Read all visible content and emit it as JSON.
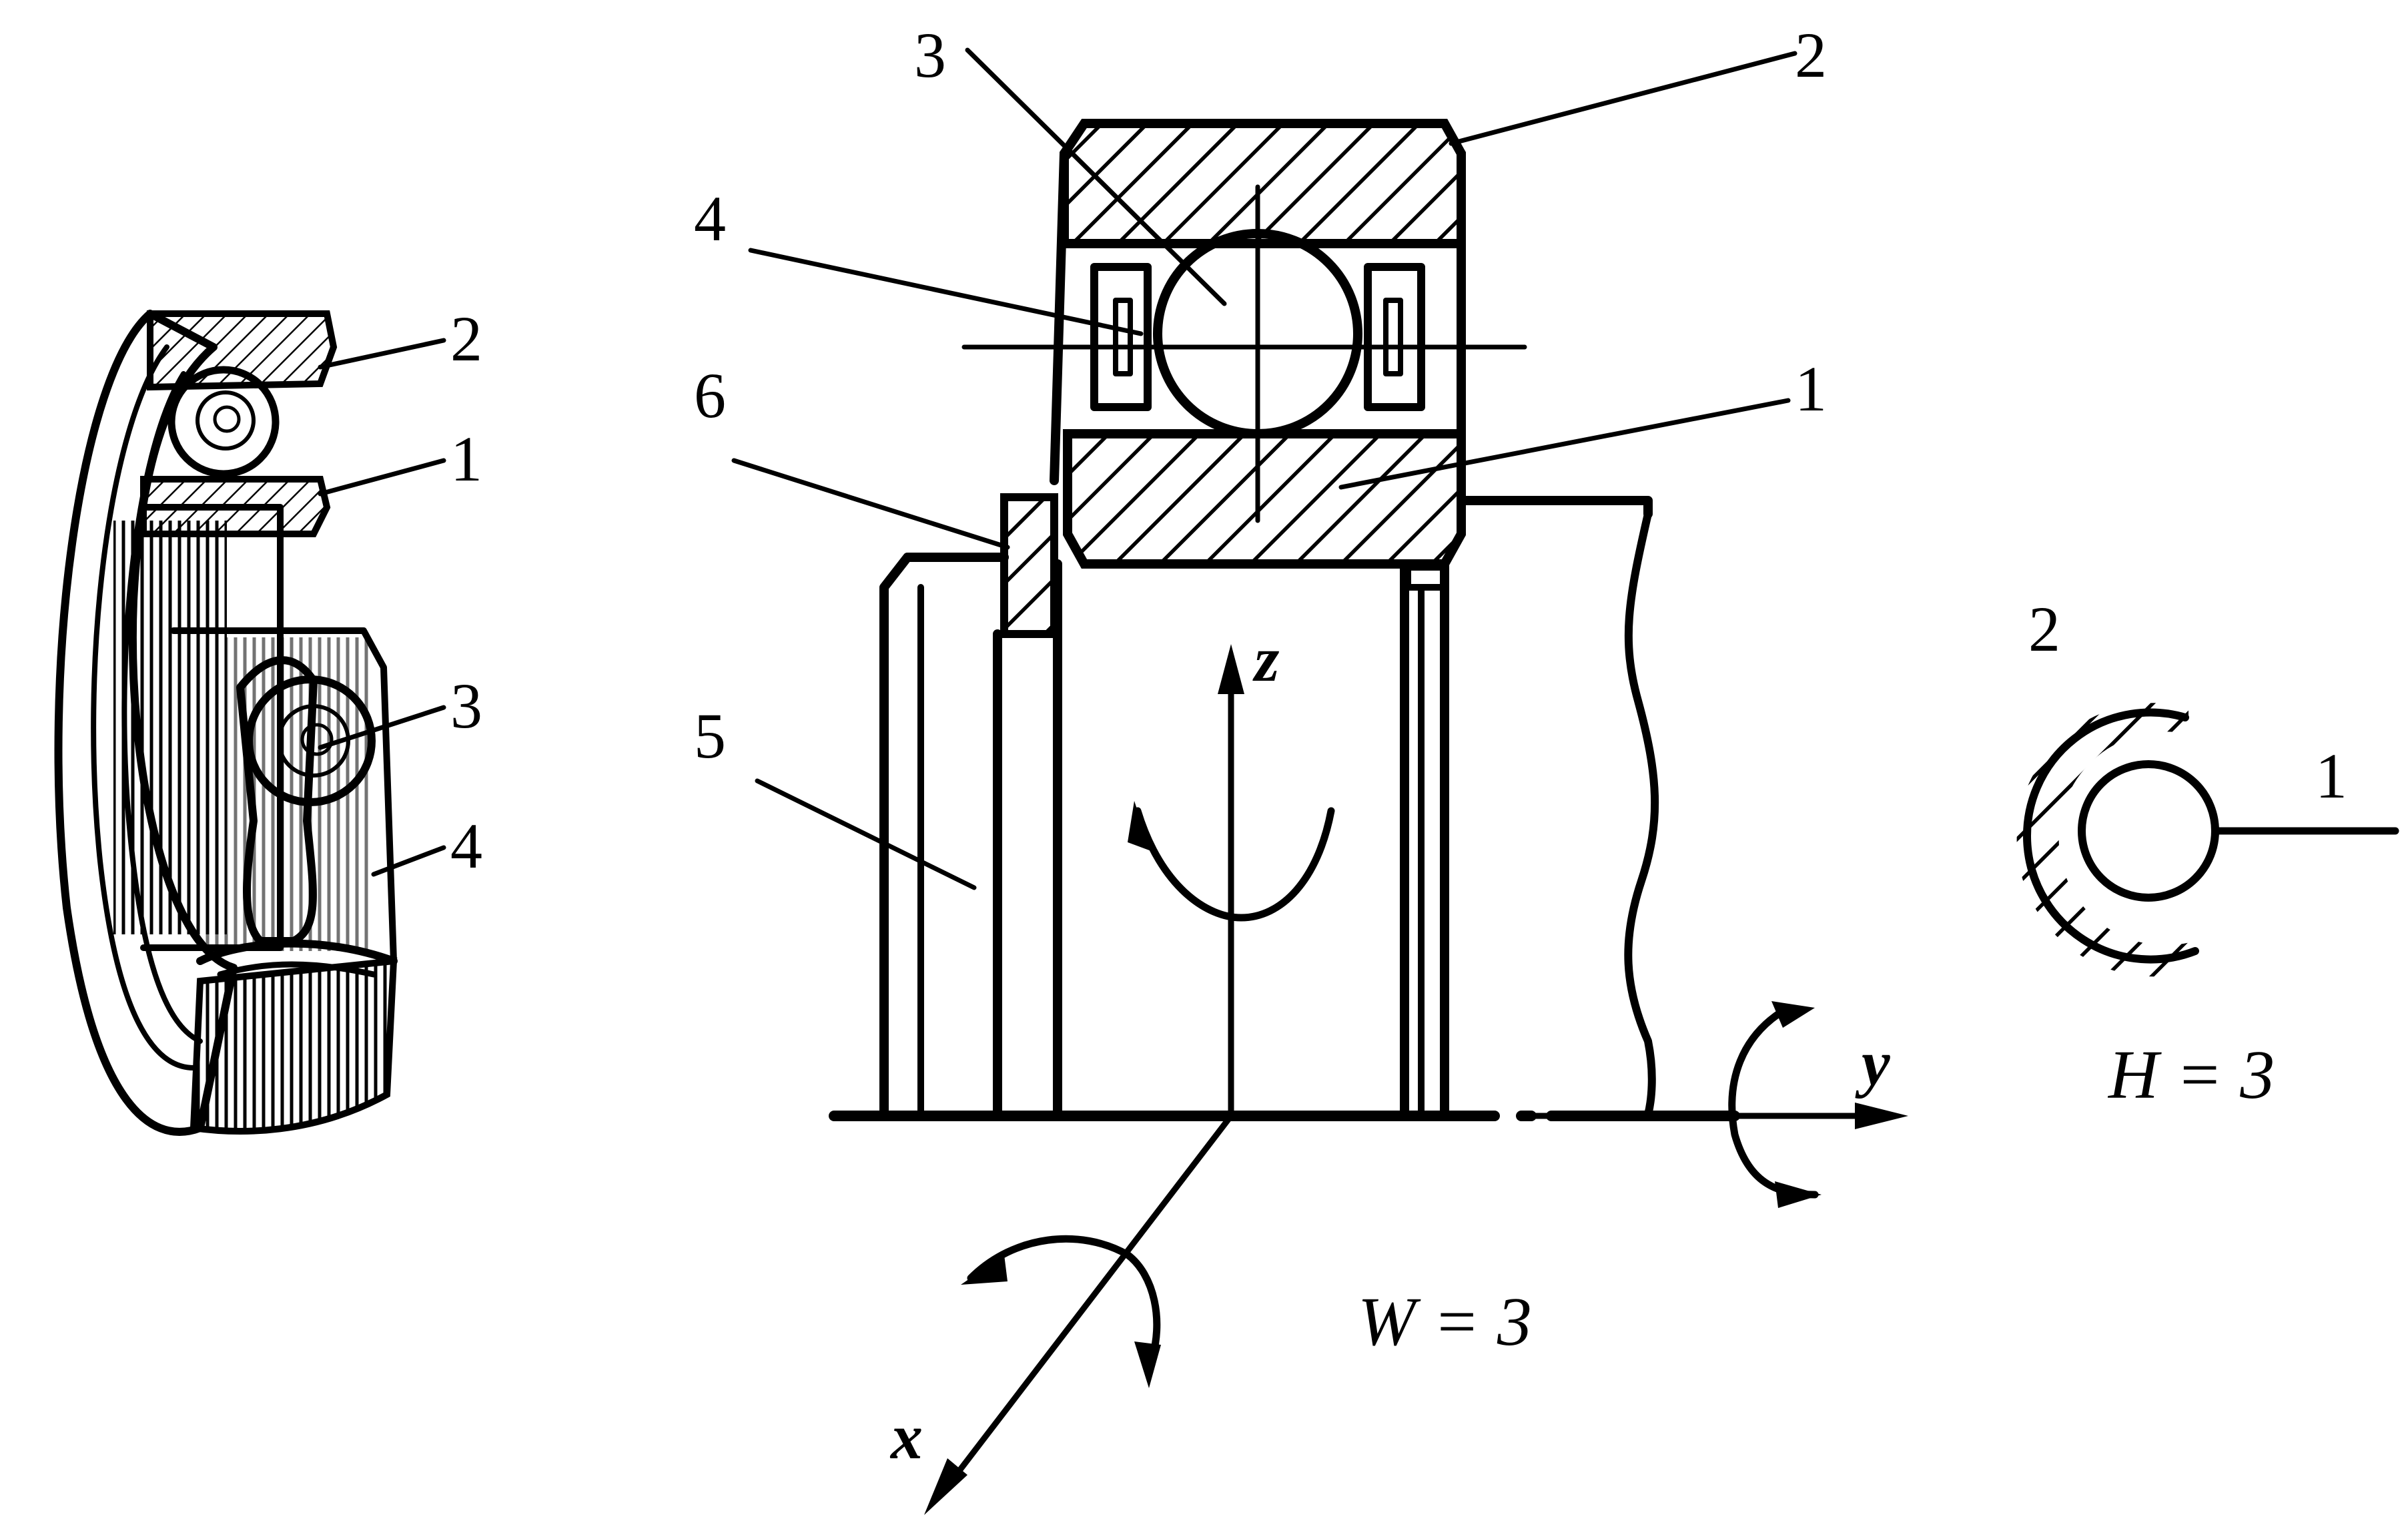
{
  "left_view": {
    "callouts": [
      "2",
      "1",
      "3",
      "4"
    ]
  },
  "section_view": {
    "callouts": [
      "3",
      "2",
      "4",
      "1",
      "6",
      "5"
    ],
    "axes": {
      "z": "z",
      "y": "y",
      "x": "x"
    },
    "equation": "W = 3"
  },
  "scheme_view": {
    "callouts": [
      "2",
      "1"
    ],
    "equation": "H = 3"
  }
}
